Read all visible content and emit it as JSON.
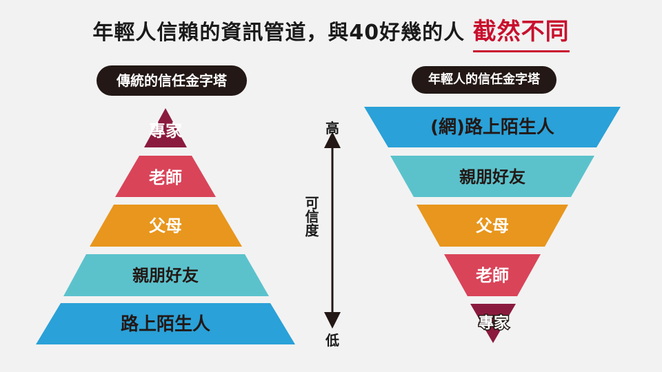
{
  "title": {
    "main": "年輕人信賴的資訊管道，與40好幾的人",
    "accent": "截然不同"
  },
  "left": {
    "heading": "傳統的信任金字塔",
    "levels": [
      "專家",
      "老師",
      "父母",
      "親朋好友",
      "路上陌生人"
    ]
  },
  "right": {
    "heading": "年輕人的信任金字塔",
    "levels": [
      "(網)路上陌生人",
      "親朋好友",
      "父母",
      "老師",
      "專家"
    ]
  },
  "axis": {
    "high": "高",
    "label": "可信度",
    "low": "低"
  },
  "colors": {
    "expert": "#8b1b3e",
    "teacher": "#d94459",
    "parents": "#e8961d",
    "friends": "#5bc2cc",
    "strangers": "#2aa1d8",
    "dark": "#231815"
  }
}
